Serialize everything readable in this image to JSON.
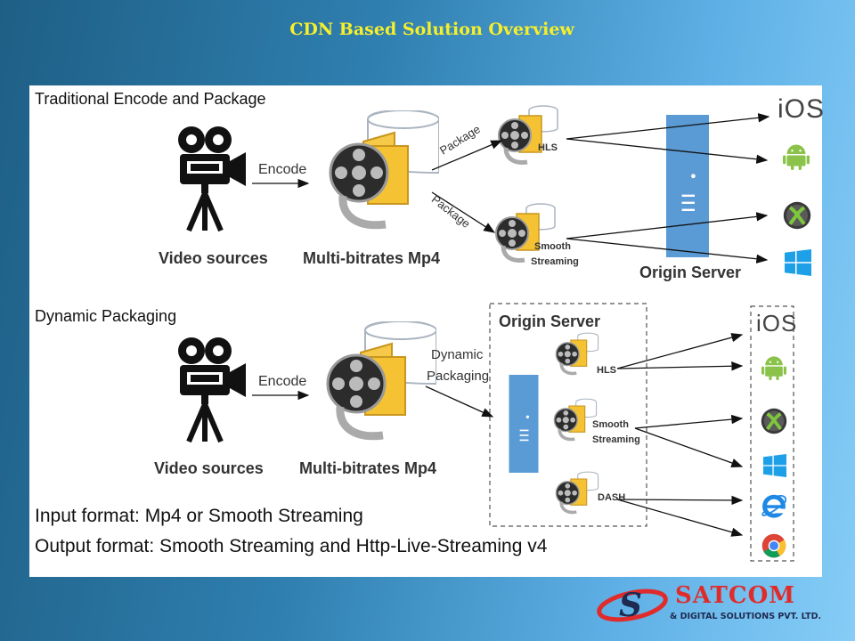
{
  "title": "CDN Based  Solution Overview",
  "traditional": {
    "heading": "Traditional Encode and Package",
    "source_label": "Video sources",
    "encode_label": "Encode",
    "mp4_label": "Multi-bitrates Mp4",
    "package_label_1": "Package",
    "package_label_2": "Package",
    "hls_label": "HLS",
    "smooth_label_1": "Smooth",
    "smooth_label_2": "Streaming",
    "origin_label": "Origin Server",
    "clients": [
      "ios-icon",
      "android-icon",
      "xbox-icon",
      "windows-icon"
    ],
    "ios_text": "iOS"
  },
  "dynamic": {
    "heading": "Dynamic Packaging",
    "source_label": "Video sources",
    "encode_label": "Encode",
    "mp4_label": "Multi-bitrates Mp4",
    "dyn_label_1": "Dynamic",
    "dyn_label_2": "Packaging",
    "origin_label": "Origin Server",
    "hls_label": "HLS",
    "smooth_label_1": "Smooth",
    "smooth_label_2": "Streaming",
    "dash_label": "DASH",
    "clients": [
      "ios-icon",
      "android-icon",
      "xbox-icon",
      "windows-icon",
      "ie-icon",
      "chrome-icon"
    ],
    "ios_text": "iOS"
  },
  "input_format": "Input format: Mp4 or Smooth Streaming",
  "output_format": "Output format: Smooth Streaming and Http-Live-Streaming v4",
  "logo": {
    "name": "SATCOM",
    "subtitle": "& DIGITAL SOLUTIONS PVT. LTD.",
    "mark": "S"
  },
  "colors": {
    "title": "#f6ef2a",
    "server": "#5b9bd5",
    "logo_red": "#e02b2b",
    "logo_navy": "#1e2a50"
  }
}
